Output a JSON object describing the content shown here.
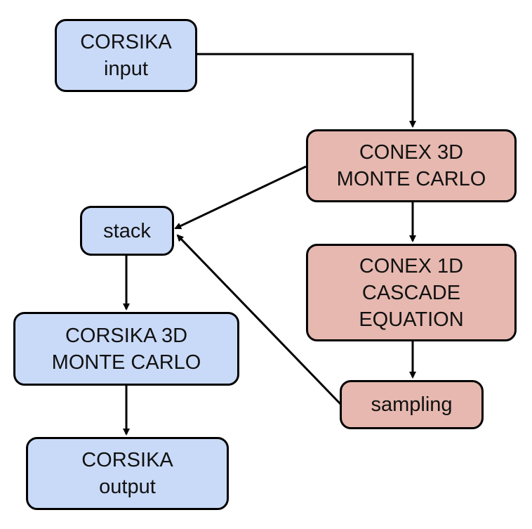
{
  "colors": {
    "corsika_fill": "#c9daf8",
    "conex_fill": "#e6b8af",
    "stroke": "#000000"
  },
  "nodes": {
    "corsika_input": {
      "lines": [
        "CORSIKA",
        "input"
      ]
    },
    "conex_3d": {
      "lines": [
        "CONEX 3D",
        "MONTE CARLO"
      ]
    },
    "stack": {
      "lines": [
        "stack"
      ]
    },
    "conex_1d": {
      "lines": [
        "CONEX 1D",
        "CASCADE",
        "EQUATION"
      ]
    },
    "corsika_3d": {
      "lines": [
        "CORSIKA 3D",
        "MONTE CARLO"
      ]
    },
    "sampling": {
      "lines": [
        "sampling"
      ]
    },
    "corsika_output": {
      "lines": [
        "CORSIKA",
        "output"
      ]
    }
  },
  "edges": [
    {
      "from": "CORSIKA input",
      "to": "CONEX 3D MONTE CARLO"
    },
    {
      "from": "CONEX 3D MONTE CARLO",
      "to": "stack"
    },
    {
      "from": "CONEX 3D MONTE CARLO",
      "to": "CONEX 1D CASCADE EQUATION"
    },
    {
      "from": "CONEX 1D CASCADE EQUATION",
      "to": "sampling"
    },
    {
      "from": "sampling",
      "to": "stack"
    },
    {
      "from": "stack",
      "to": "CORSIKA 3D MONTE CARLO"
    },
    {
      "from": "CORSIKA 3D MONTE CARLO",
      "to": "CORSIKA output"
    }
  ]
}
